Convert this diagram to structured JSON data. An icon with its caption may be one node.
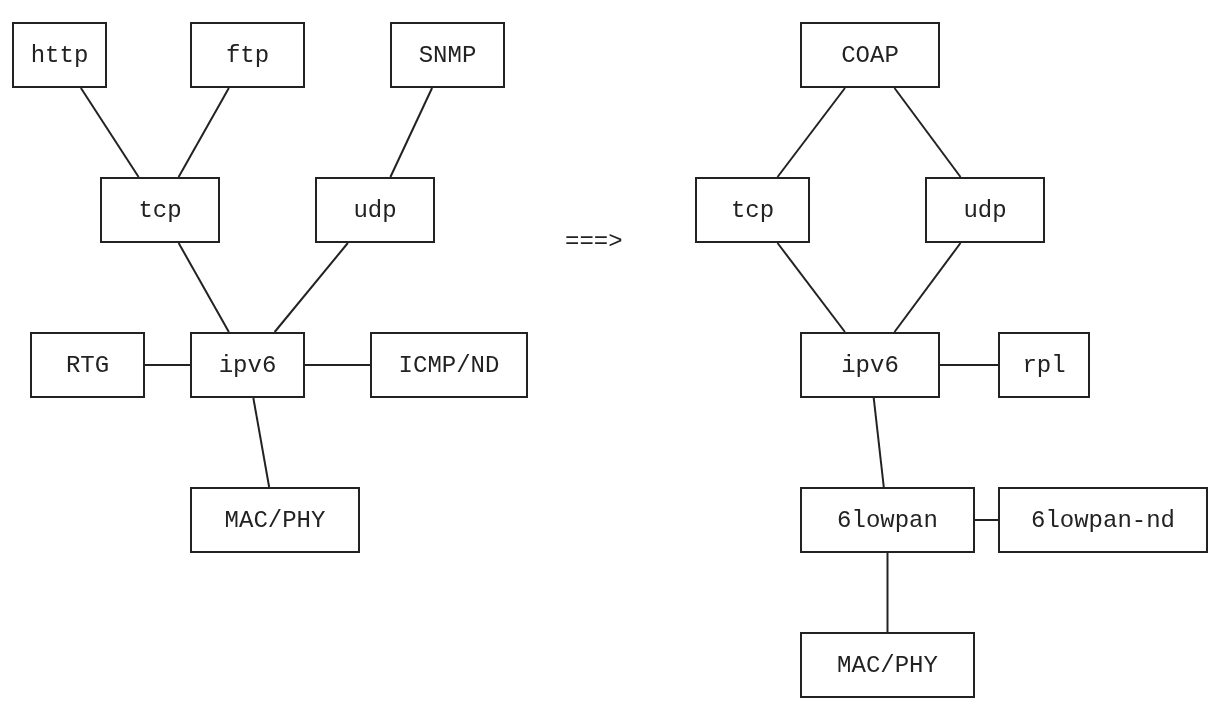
{
  "diagram": {
    "nodes": [
      {
        "text": [
          "http"
        ]
      },
      {
        "text": [
          "ftp"
        ]
      },
      {
        "text": [
          "SNMP"
        ]
      },
      {
        "text": [
          "tcp"
        ]
      },
      {
        "text": [
          "udp"
        ]
      },
      {
        "text": [
          "RTG"
        ]
      },
      {
        "text": [
          "ipv6"
        ]
      },
      {
        "text": [
          "ICMP/ND"
        ]
      },
      {
        "text": [
          "MAC/PHY"
        ]
      },
      {
        "text": [
          "COAP"
        ]
      },
      {
        "text": [
          "tcp"
        ]
      },
      {
        "text": [
          "udp"
        ]
      },
      {
        "text": [
          "ipv6"
        ]
      },
      {
        "text": [
          "rpl"
        ]
      },
      {
        "text": [
          "6lowpan"
        ]
      },
      {
        "text": [
          "6lowpan-nd"
        ]
      },
      {
        "text": [
          "MAC/PHY"
        ]
      }
    ],
    "edges": [
      {
        "from": 0,
        "to": 3,
        "arrow": "none"
      },
      {
        "from": 1,
        "to": 3,
        "arrow": "none"
      },
      {
        "from": 2,
        "to": 4,
        "arrow": "none"
      },
      {
        "from": 3,
        "to": 6,
        "arrow": "none"
      },
      {
        "from": 4,
        "to": 6,
        "arrow": "none"
      },
      {
        "from": 5,
        "to": 6,
        "arrow": "none"
      },
      {
        "from": 6,
        "to": 7,
        "arrow": "none"
      },
      {
        "from": 6,
        "to": 8,
        "arrow": "none"
      },
      {
        "from": 9,
        "to": 10,
        "arrow": "none"
      },
      {
        "from": 9,
        "to": 11,
        "arrow": "none"
      },
      {
        "from": 10,
        "to": 12,
        "arrow": "none"
      },
      {
        "from": 11,
        "to": 12,
        "arrow": "none"
      },
      {
        "from": 12,
        "to": 13,
        "arrow": "none"
      },
      {
        "from": 12,
        "to": 14,
        "arrow": "none"
      },
      {
        "from": 14,
        "to": 15,
        "arrow": "none"
      },
      {
        "from": 14,
        "to": 16,
        "arrow": "none"
      }
    ],
    "labels": [
      "===>"
    ]
  }
}
